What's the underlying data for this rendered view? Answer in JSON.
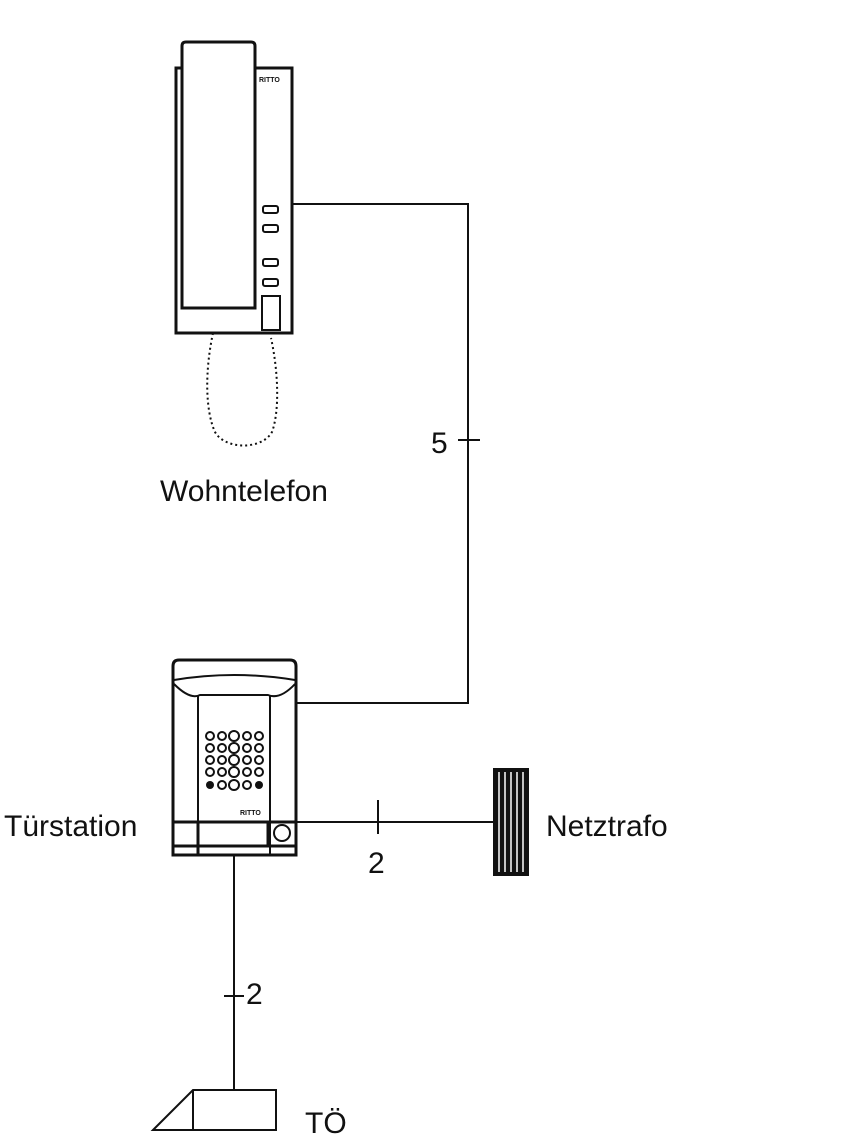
{
  "labels": {
    "wohntelefon": "Wohntelefon",
    "tuerstation": "Türstation",
    "netztrafo": "Netztrafo",
    "toe": "TÖ"
  },
  "wires": {
    "phone_to_door": "5",
    "door_to_trafo": "2",
    "door_to_toe": "2"
  },
  "logo_text": "RITTO",
  "colors": {
    "ink": "#111111",
    "background": "#ffffff"
  }
}
